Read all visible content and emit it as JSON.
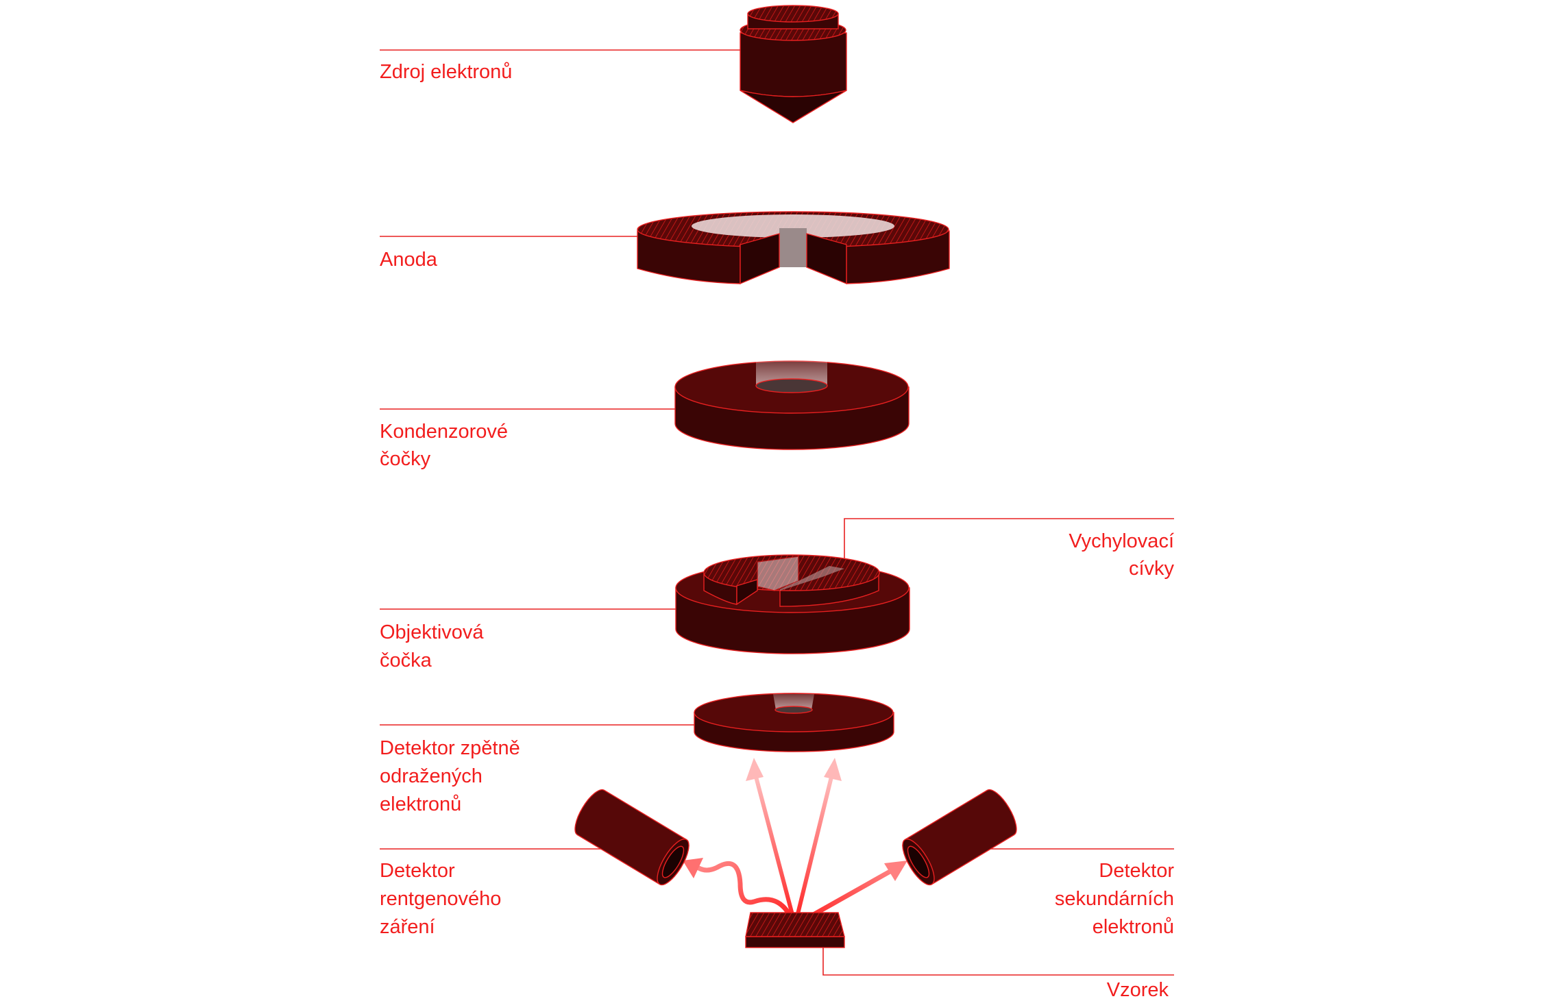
{
  "colors": {
    "label": "#f21d1d",
    "body_dark": "#3a0505",
    "body_top": "#560808",
    "outline": "#e82020",
    "beam": "#ff4d4d"
  },
  "labels": {
    "electron_source": "Zdroj elektronů",
    "anode": "Anoda",
    "condenser_line1": "Kondenzorové",
    "condenser_line2": "čočky",
    "deflection_line1": "Vychylovací",
    "deflection_line2": "cívky",
    "objective_line1": "Objektivová",
    "objective_line2": "čočka",
    "bse_line1": "Detektor zpětně",
    "bse_line2": "odražených",
    "bse_line3": "elektronů",
    "xray_line1": "Detektor",
    "xray_line2": "rentgenového",
    "xray_line3": "záření",
    "se_line1": "Detektor",
    "se_line2": "sekundárních",
    "se_line3": "elektronů",
    "sample": "Vzorek"
  }
}
